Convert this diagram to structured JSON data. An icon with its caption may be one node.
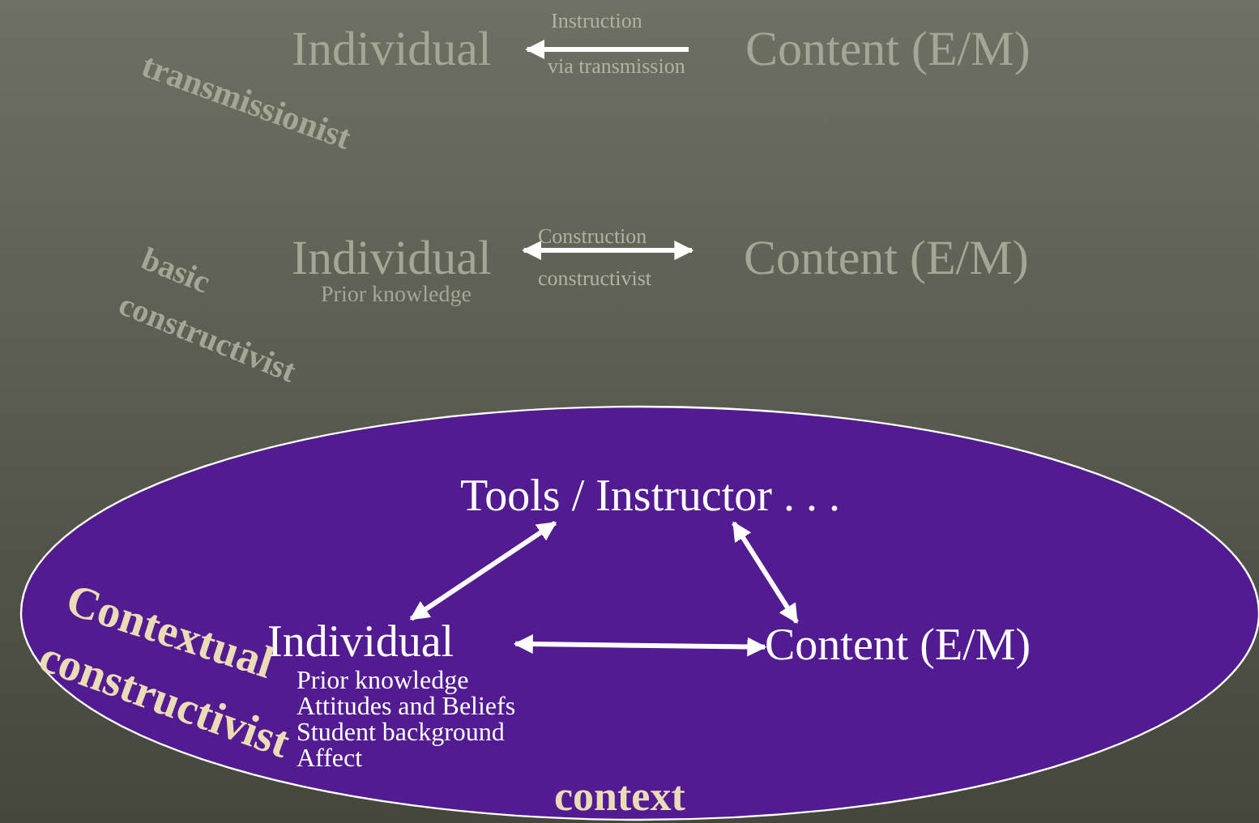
{
  "diagram": {
    "nodes": [
      {
        "text": [
          "Individual"
        ]
      },
      {
        "text": [
          "Content (E/M)"
        ]
      },
      {
        "text": [
          "Individual"
        ],
        "beside": [
          "Prior knowledge"
        ]
      },
      {
        "text": [
          "Content (E/M)"
        ]
      },
      {
        "text": [
          "context"
        ]
      },
      {
        "text": [
          "Tools / Instructor . . ."
        ],
        "in": 4
      },
      {
        "text": [
          "Individual"
        ],
        "in": 4,
        "beside": [
          "Prior knowledge",
          "Attitudes and Beliefs",
          "Student background",
          "Affect"
        ]
      },
      {
        "text": [
          "Content (E/M)"
        ],
        "in": 4
      }
    ],
    "edges": [
      {
        "from": 1,
        "to": 0,
        "arrow": "to",
        "label": "Instruction"
      },
      {
        "from": 2,
        "to": 3,
        "arrow": "both",
        "label": "Construction"
      },
      {
        "from": 5,
        "to": 6,
        "arrow": "both"
      },
      {
        "from": 5,
        "to": 7,
        "arrow": "both"
      },
      {
        "from": 6,
        "to": 7,
        "arrow": "both"
      }
    ],
    "labels": [
      "via transmission",
      "constructivist",
      "transmissionist",
      "basic",
      "constructivist",
      "Contextual",
      "constructivist"
    ]
  }
}
